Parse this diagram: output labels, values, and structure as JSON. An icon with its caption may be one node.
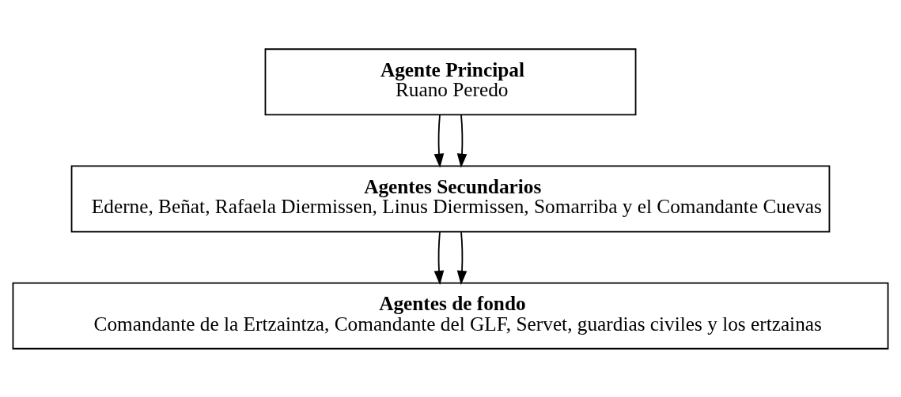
{
  "diagram": {
    "nodes": [
      {
        "text": [
          "Agente Principal",
          "Ruano Peredo"
        ]
      },
      {
        "text": [
          "Agentes Secundarios",
          "Ederne, Beñat, Rafaela Diermissen, Linus Diermissen, Somarriba y el Comandante Cuevas"
        ]
      },
      {
        "text": [
          "Agentes de fondo",
          "Comandante de la Ertzaintza, Comandante del GLF, Servet, guardias civiles y los ertzainas"
        ]
      }
    ],
    "edges": [
      {
        "from": 0,
        "to": 1,
        "arrow": "to"
      },
      {
        "from": 0,
        "to": 1,
        "arrow": "to"
      },
      {
        "from": 1,
        "to": 2,
        "arrow": "to"
      },
      {
        "from": 1,
        "to": 2,
        "arrow": "to"
      }
    ]
  }
}
